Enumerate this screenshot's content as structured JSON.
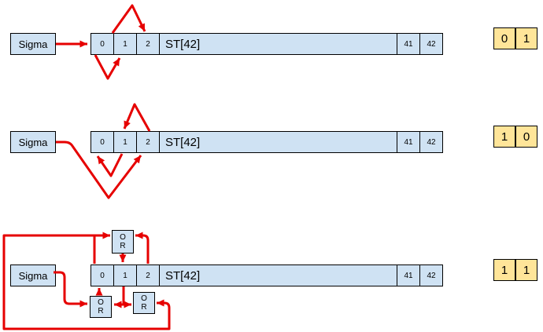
{
  "colors": {
    "background": "#ffffff",
    "cell_fill": "#cfe2f3",
    "result_fill": "#ffe599",
    "arrow": "#e60000",
    "border": "#000000"
  },
  "or_box": {
    "top": "O",
    "bottom": "R"
  },
  "rows": [
    {
      "sigma_label": "Sigma",
      "cells": [
        "0",
        "1",
        "2"
      ],
      "register_label": "ST[42]",
      "tail_cells": [
        "41",
        "42"
      ],
      "result_bits": [
        "0",
        "1"
      ]
    },
    {
      "sigma_label": "Sigma",
      "cells": [
        "0",
        "1",
        "2"
      ],
      "register_label": "ST[42]",
      "tail_cells": [
        "41",
        "42"
      ],
      "result_bits": [
        "1",
        "0"
      ]
    },
    {
      "sigma_label": "Sigma",
      "cells": [
        "0",
        "1",
        "2"
      ],
      "register_label": "ST[42]",
      "tail_cells": [
        "41",
        "42"
      ],
      "result_bits": [
        "1",
        "1"
      ]
    }
  ]
}
